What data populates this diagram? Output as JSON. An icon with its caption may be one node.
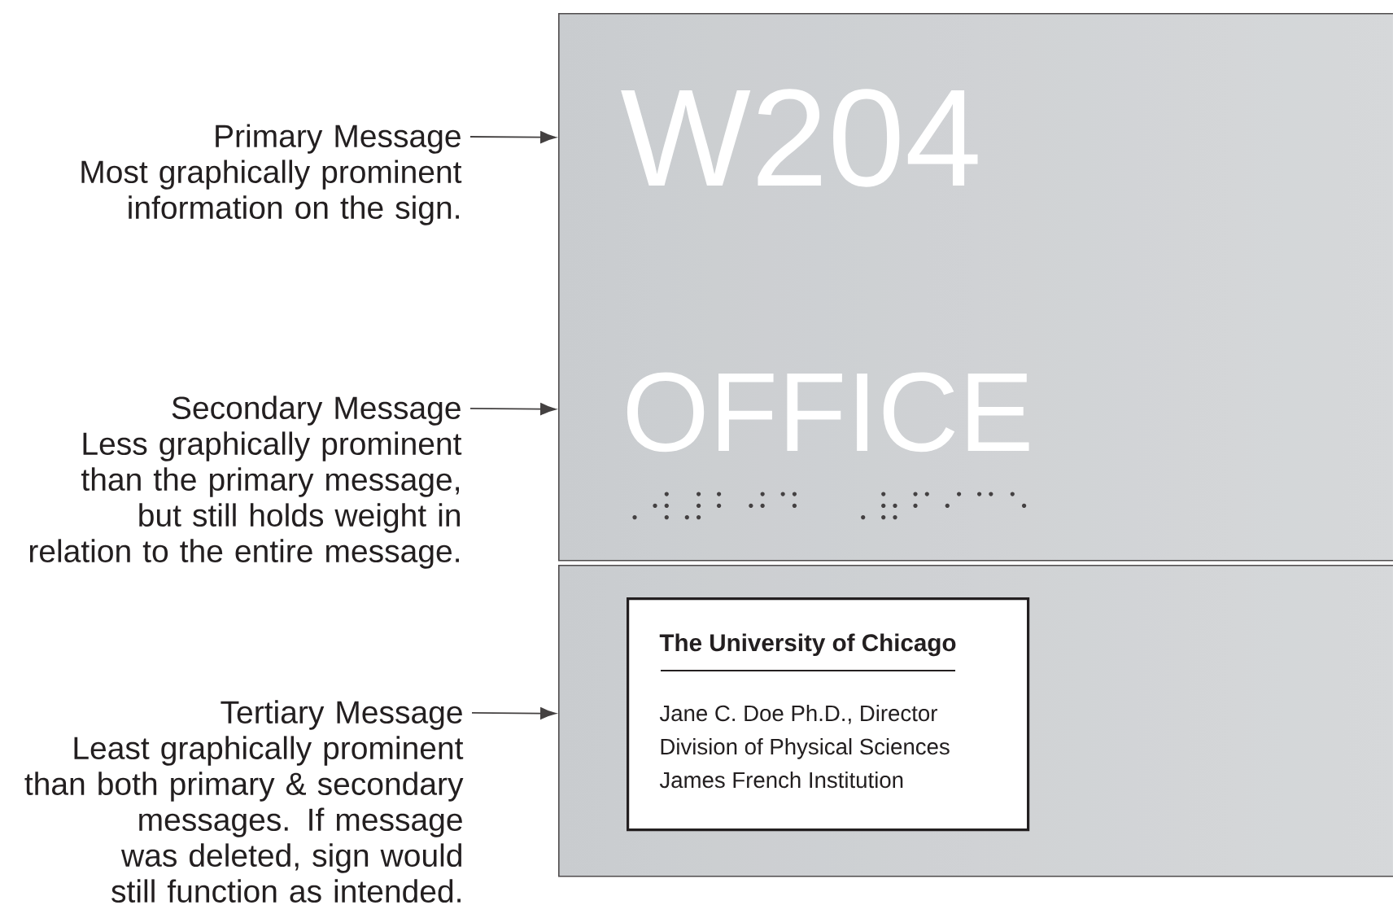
{
  "diagram": {
    "nodes": [
      {
        "text": [
          "W204",
          "OFFICE"
        ]
      },
      {
        "text": [],
        "shape": "box"
      },
      {
        "text": [
          "The University of Chicago",
          "Jane C. Doe Ph.D., Director",
          "Division of Physical Sciences",
          "James French Institution"
        ],
        "in": 1
      },
      {
        "text": [
          "Primary Message",
          "Most graphically prominent information on the sign."
        ]
      },
      {
        "text": [
          "Secondary Message",
          "Less graphically prominent than the primary message, but still holds weight in relation to the entire message."
        ]
      },
      {
        "text": [
          "Tertiary Message",
          "Least graphically prominent than both primary & secondary messages. If message was deleted, sign would still function as intended."
        ]
      }
    ],
    "edges": [
      {
        "from": 3,
        "to": 0,
        "arrow": "to"
      },
      {
        "from": 4,
        "to": 0,
        "arrow": "to"
      },
      {
        "from": 5,
        "to": 1,
        "arrow": "to"
      }
    ]
  }
}
